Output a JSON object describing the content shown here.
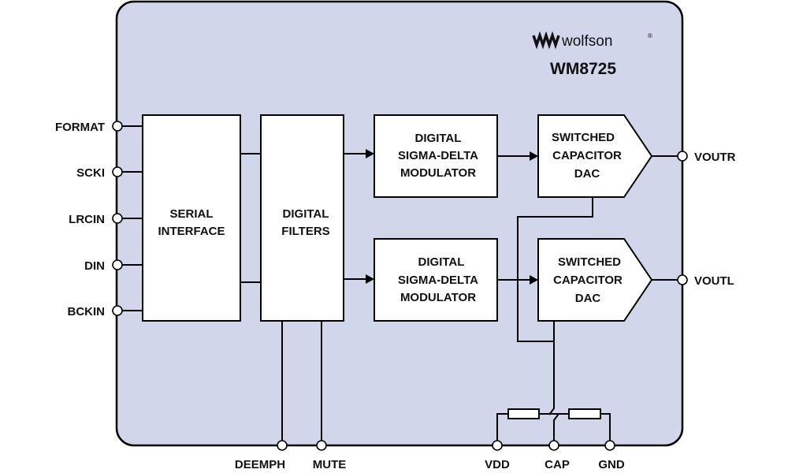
{
  "colors": {
    "chip_fill": "#d1d6ea",
    "block_fill": "#ffffff",
    "line": "#000000"
  },
  "brand": {
    "logo_mark": "wolfson-logo-icon",
    "name": "wolfson",
    "registered": "®"
  },
  "title": "WM8725",
  "blocks": {
    "serial": [
      "SERIAL",
      "INTERFACE"
    ],
    "filters": [
      "DIGITAL",
      "FILTERS"
    ],
    "sdm_top": [
      "DIGITAL",
      "SIGMA-DELTA",
      "MODULATOR"
    ],
    "sdm_bottom": [
      "DIGITAL",
      "SIGMA-DELTA",
      "MODULATOR"
    ],
    "dac_top": [
      "SWITCHED",
      "CAPACITOR",
      "DAC"
    ],
    "dac_bottom": [
      "SWITCHED",
      "CAPACITOR",
      "DAC"
    ]
  },
  "pins": {
    "left": [
      "FORMAT",
      "SCKI",
      "LRCIN",
      "DIN",
      "BCKIN"
    ],
    "right": [
      "VOUTR",
      "VOUTL"
    ],
    "bottom": [
      "DEEMPH",
      "MUTE",
      "VDD",
      "CAP",
      "GND"
    ]
  }
}
